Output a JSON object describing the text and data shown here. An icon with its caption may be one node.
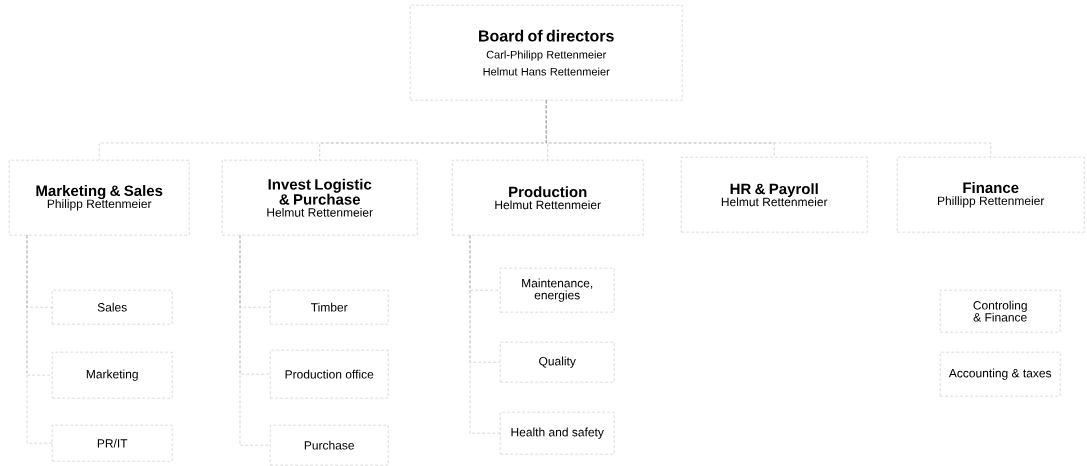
{
  "diagram": {
    "nodes": [
      {
        "text": [
          "Board of directors",
          "Carl-Philipp Rettenmeier",
          "Helmut Hans Rettenmeier"
        ]
      },
      {
        "text": [
          "Marketing & Sales",
          "Philipp Rettenmeier"
        ]
      },
      {
        "text": [
          "Invest Logistic & Purchase",
          "Helmut Rettenmeier"
        ]
      },
      {
        "text": [
          "Production",
          "Helmut Rettenmeier"
        ]
      },
      {
        "text": [
          "HR & Payroll",
          "Helmut Rettenmeier"
        ]
      },
      {
        "text": [
          "Finance",
          "Phillipp Rettenmeier"
        ]
      },
      {
        "text": [
          "Sales"
        ]
      },
      {
        "text": [
          "Marketing"
        ]
      },
      {
        "text": [
          "PR/IT"
        ]
      },
      {
        "text": [
          "Timber"
        ]
      },
      {
        "text": [
          "Production office"
        ]
      },
      {
        "text": [
          "Purchase"
        ]
      },
      {
        "text": [
          "Maintenance, energies"
        ]
      },
      {
        "text": [
          "Quality"
        ]
      },
      {
        "text": [
          "Health and safety"
        ]
      },
      {
        "text": [
          "Controling & Finance"
        ]
      },
      {
        "text": [
          "Accounting & taxes"
        ]
      }
    ],
    "edges": [
      {
        "from": 0,
        "to": 1,
        "arrow": "none"
      },
      {
        "from": 0,
        "to": 2,
        "arrow": "none"
      },
      {
        "from": 0,
        "to": 3,
        "arrow": "none"
      },
      {
        "from": 0,
        "to": 4,
        "arrow": "none"
      },
      {
        "from": 0,
        "to": 5,
        "arrow": "none"
      },
      {
        "from": 1,
        "to": 6,
        "arrow": "none"
      },
      {
        "from": 1,
        "to": 7,
        "arrow": "none"
      },
      {
        "from": 1,
        "to": 8,
        "arrow": "none"
      },
      {
        "from": 2,
        "to": 9,
        "arrow": "none"
      },
      {
        "from": 2,
        "to": 10,
        "arrow": "none"
      },
      {
        "from": 2,
        "to": 11,
        "arrow": "none"
      },
      {
        "from": 3,
        "to": 12,
        "arrow": "none"
      },
      {
        "from": 3,
        "to": 13,
        "arrow": "none"
      },
      {
        "from": 3,
        "to": 14,
        "arrow": "none"
      }
    ]
  }
}
